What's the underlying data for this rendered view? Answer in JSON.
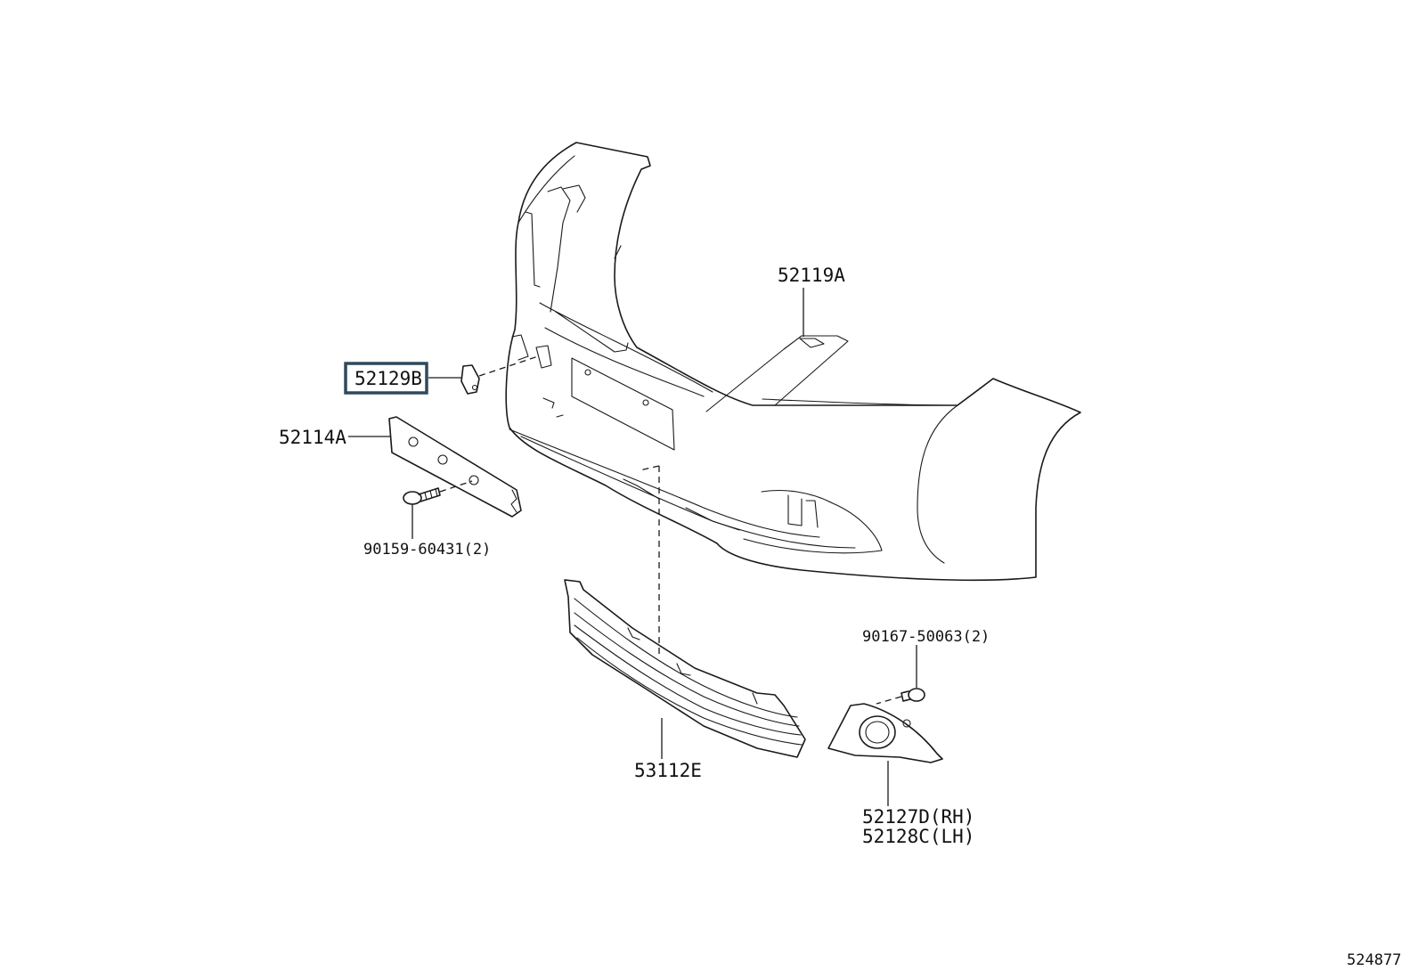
{
  "parts": {
    "p52119A": "52119A",
    "p52129B": "52129B",
    "p52114A": "52114A",
    "p90159": "90159-60431(2)",
    "p90167": "90167-50063(2)",
    "p53112E": "53112E",
    "p52127D": "52127D(RH)",
    "p52128C": "52128C(LH)"
  },
  "highlighted_part": "52129B",
  "diagram_id": "524877",
  "colors": {
    "line": "#1a1a1a",
    "highlight": "#2e4a5c",
    "background": "#ffffff"
  }
}
